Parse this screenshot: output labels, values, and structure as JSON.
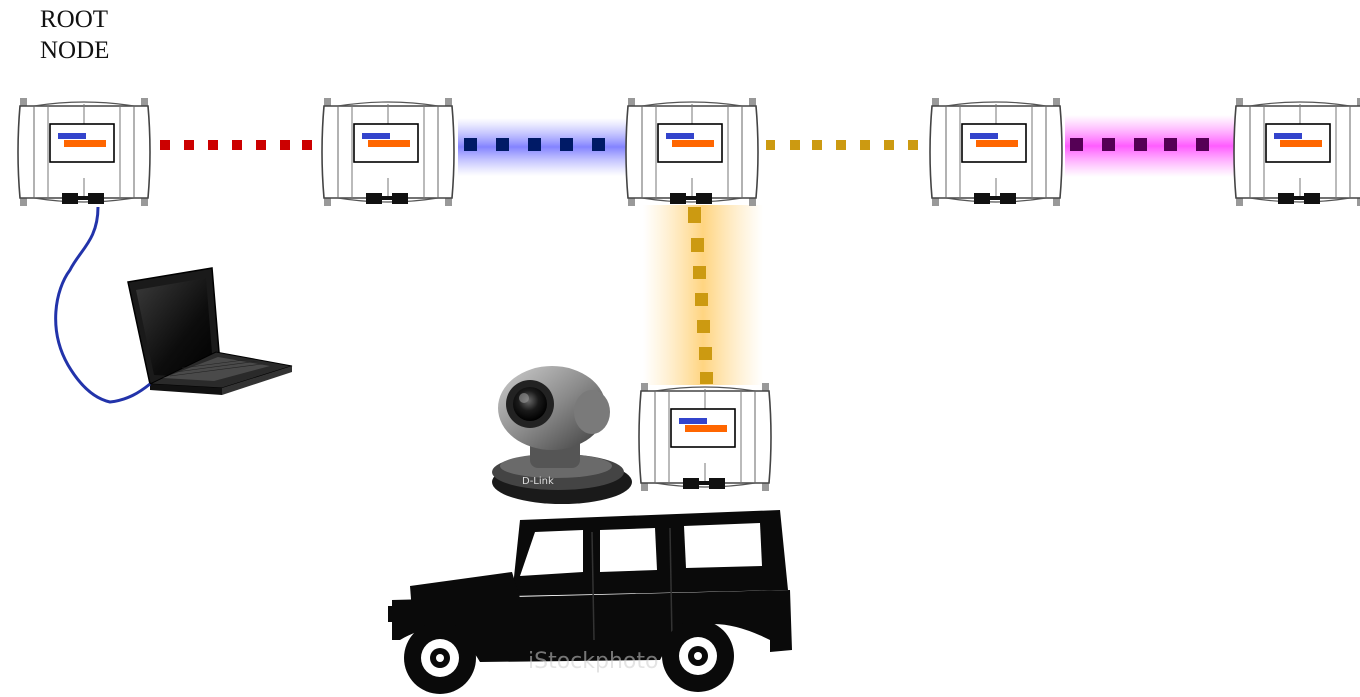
{
  "root_label": {
    "line1": "ROOT",
    "line2": "NODE"
  },
  "watermark": "iStockphoto",
  "camera_brand": "D-Link",
  "colors": {
    "node_body": "#ffffff",
    "node_outline": "#333333",
    "node_bar_blue": "#3344cc",
    "node_bar_orange": "#ff6600",
    "link_red": "#cc0000",
    "link_blue": "#001a66",
    "link_blue_glow": "#6a6aff",
    "link_gold": "#cc9a11",
    "link_purple": "#550055",
    "link_purple_glow": "#ff44ff",
    "link_vertical": "#cc9a11",
    "link_vertical_glow": "#ffcc55",
    "cable": "#2233aa"
  },
  "nodes": [
    {
      "id": "root-node",
      "role": "root"
    },
    {
      "id": "mesh-node-2",
      "role": "relay"
    },
    {
      "id": "mesh-node-3",
      "role": "relay"
    },
    {
      "id": "mesh-node-4",
      "role": "relay"
    },
    {
      "id": "mesh-node-5",
      "role": "relay"
    },
    {
      "id": "vehicle-node",
      "role": "mobile"
    }
  ],
  "links": [
    {
      "from": "root-node",
      "to": "mesh-node-2",
      "color": "red",
      "glow": false
    },
    {
      "from": "mesh-node-2",
      "to": "mesh-node-3",
      "color": "blue",
      "glow": true
    },
    {
      "from": "mesh-node-3",
      "to": "mesh-node-4",
      "color": "gold",
      "glow": false
    },
    {
      "from": "mesh-node-4",
      "to": "mesh-node-5",
      "color": "purple",
      "glow": true
    },
    {
      "from": "mesh-node-3",
      "to": "vehicle-node",
      "color": "gold",
      "glow": true
    }
  ],
  "devices": [
    "laptop",
    "ip-camera",
    "off-road-vehicle"
  ]
}
